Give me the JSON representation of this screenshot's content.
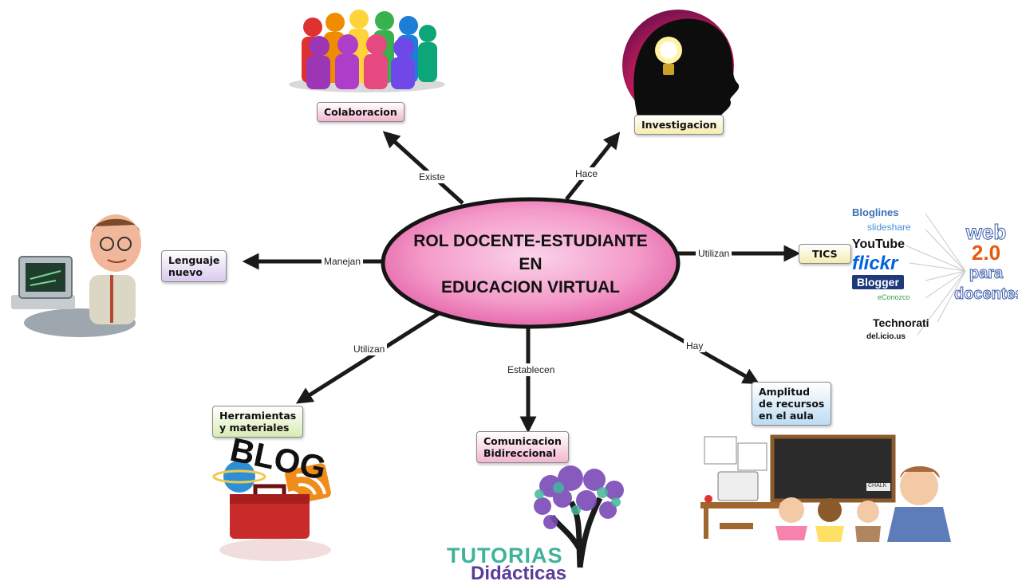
{
  "center": {
    "lines": [
      "ROL DOCENTE-ESTUDIANTE",
      "EN",
      "EDUCACION VIRTUAL"
    ]
  },
  "nodes": {
    "colaboracion": "Colaboracion",
    "investigacion": "Investigacion",
    "lenguaje": "Lenguaje\nnuevo",
    "tics": "TICS",
    "herramientas": "Herramientas\ny materiales",
    "comunicacion": "Comunicacion\nBidireccional",
    "amplitud": "Amplitud\nde recursos\nen el aula"
  },
  "relations": {
    "existe": "Existe",
    "hace": "Hace",
    "manejan": "Manejan",
    "utilizan_tics": "Utilizan",
    "utilizan_herr": "Utilizan",
    "establecen": "Establecen",
    "hay": "Hay"
  },
  "web20_logos": {
    "bloglines": "Bloglines",
    "slideshare": "slideshare",
    "youtube": "YouTube",
    "flickr": "flickr",
    "blogger": "Blogger",
    "econozco": "eConozco",
    "technorati": "Technorati",
    "delicious": "del.icio.us",
    "web20_title": [
      "web",
      "2.0",
      "para",
      "docentes"
    ]
  },
  "blog_label": "BLOG",
  "chalk_label": "CHALK",
  "tutorias": {
    "line1": "TUTORIAS",
    "line2": "Didácticas"
  },
  "colors": {
    "ellipse_fill": "#f27fbd",
    "arrow": "#1a1a1a",
    "accent_teal": "#3fb39a",
    "accent_purple": "#5a3c9a"
  }
}
